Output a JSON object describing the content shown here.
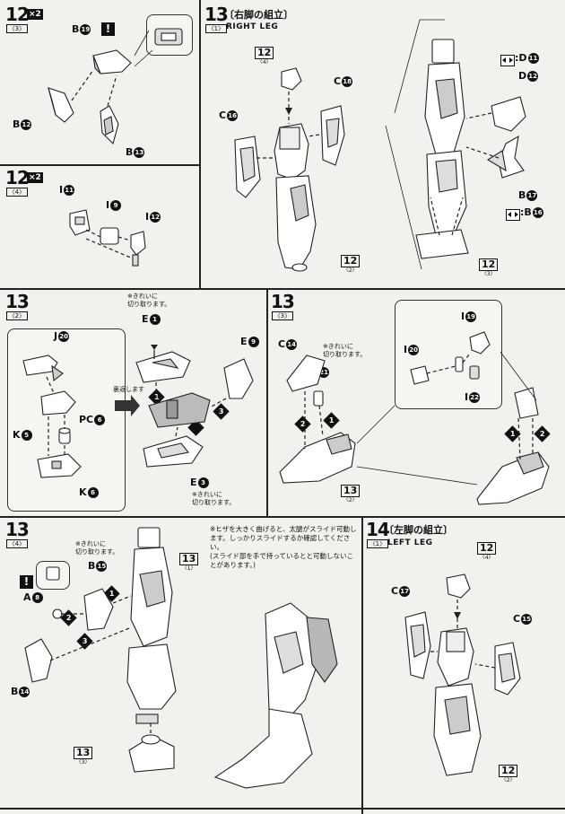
{
  "steps": {
    "s12_3": {
      "num": "12",
      "sub": "〈3〉",
      "mult": "×2",
      "parts": {
        "b19": "B",
        "b12": "B",
        "b13": "B"
      }
    },
    "s12_4": {
      "num": "12",
      "sub": "〈4〉",
      "mult": "×2",
      "parts": {
        "i11": "I",
        "i9": "I",
        "i12": "I"
      }
    },
    "s13_1": {
      "num": "13",
      "sub": "〈1〉",
      "title_jp": "〔右脚の組立〕",
      "title_en": "RIGHT LEG",
      "parts": {
        "c18": "C",
        "c16": "C",
        "d11": "D",
        "d12": "D",
        "b17": "B",
        "b16": "B"
      },
      "refs": [
        {
          "n": "12",
          "s": "〈4〉"
        },
        {
          "n": "12",
          "s": "〈2〉"
        },
        {
          "n": "12",
          "s": "〈3〉"
        }
      ]
    },
    "s13_2": {
      "num": "13",
      "sub": "〈2〉",
      "note1": "※きれいに\n切り取ります。",
      "note2": "※きれいに\n切り取ります。",
      "flip_label": "裏返します",
      "parts": {
        "j20": "J",
        "k5": "K",
        "pc6": "PC",
        "k6": "K",
        "e1": "E",
        "e9": "E",
        "e3": "E"
      }
    },
    "s13_3": {
      "num": "13",
      "sub": "〈3〉",
      "note": "※きれいに\n切り取ります。",
      "parts": {
        "c14": "C",
        "i21": "I",
        "i19": "I",
        "i20": "I",
        "i22": "I"
      },
      "refs": [
        {
          "n": "13",
          "s": "〈2〉"
        }
      ]
    },
    "s13_4": {
      "num": "13",
      "sub": "〈4〉",
      "note": "※きれいに\n切り取ります。",
      "parts": {
        "a8": "A",
        "b15": "B",
        "b14": "B"
      },
      "refs": [
        {
          "n": "13",
          "s": "〈1〉"
        },
        {
          "n": "13",
          "s": "〈3〉"
        }
      ],
      "knee_note": "※ヒザを大きく曲げると、太腿がスライド可動します。しっかりスライドするか確認してください。\n(スライド部を手で持っているとと可動しないことがあります。)"
    },
    "s14_1": {
      "num": "14",
      "sub": "〈1〉",
      "title_jp": "〔左脚の組立〕",
      "title_en": "LEFT LEG",
      "parts": {
        "c17": "C",
        "c15": "C"
      },
      "refs": [
        {
          "n": "12",
          "s": "〈4〉"
        },
        {
          "n": "12",
          "s": "〈2〉"
        }
      ]
    }
  },
  "glyphs": {
    "n1": "❶",
    "n2": "❷",
    "n3": "❸",
    "c1": "1",
    "c3": "3",
    "c5": "5",
    "c6": "6",
    "c8": "8",
    "c9": "9",
    "c11": "11",
    "c12": "12",
    "c13": "13",
    "c14": "14",
    "c15": "15",
    "c16": "16",
    "c17": "17",
    "c18": "18",
    "c19": "19",
    "c20": "20",
    "c21": "21",
    "c22": "22",
    "warn": "!",
    "colon": ":"
  }
}
